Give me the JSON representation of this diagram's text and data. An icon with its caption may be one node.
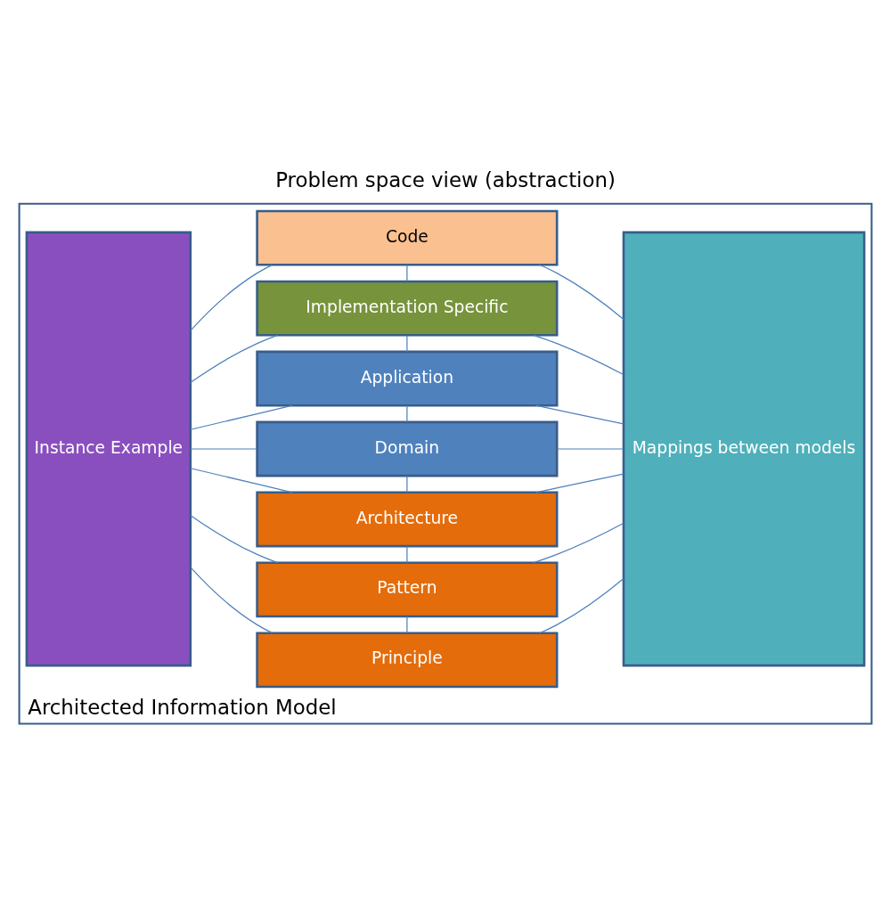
{
  "diagram": {
    "title": "Problem space view (abstraction)",
    "nodes": [
      {
        "text": [
          "Architected Information Model"
        ]
      },
      {
        "text": [
          "Instance Example"
        ],
        "in": 0
      },
      {
        "text": [
          "Principle"
        ],
        "in": 0
      },
      {
        "text": [
          "Pattern"
        ],
        "in": 0
      },
      {
        "text": [
          "Architecture"
        ],
        "in": 0
      },
      {
        "text": [
          "Domain"
        ],
        "in": 0
      },
      {
        "text": [
          "Application"
        ],
        "in": 0
      },
      {
        "text": [
          "Implementation Specific"
        ],
        "in": 0
      },
      {
        "text": [
          "Code"
        ],
        "in": 0
      },
      {
        "text": [
          "Mappings between models"
        ],
        "in": 0
      }
    ],
    "edges": [
      {
        "from": 2,
        "to": 3,
        "arrow": "none"
      },
      {
        "from": 3,
        "to": 4,
        "arrow": "none"
      },
      {
        "from": 4,
        "to": 5,
        "arrow": "none"
      },
      {
        "from": 5,
        "to": 6,
        "arrow": "none"
      },
      {
        "from": 6,
        "to": 7,
        "arrow": "none"
      },
      {
        "from": 7,
        "to": 8,
        "arrow": "none"
      },
      {
        "from": 1,
        "to": 2,
        "arrow": "none"
      },
      {
        "from": 1,
        "to": 3,
        "arrow": "none"
      },
      {
        "from": 1,
        "to": 4,
        "arrow": "none"
      },
      {
        "from": 1,
        "to": 5,
        "arrow": "none"
      },
      {
        "from": 1,
        "to": 6,
        "arrow": "none"
      },
      {
        "from": 1,
        "to": 7,
        "arrow": "none"
      },
      {
        "from": 1,
        "to": 8,
        "arrow": "none"
      },
      {
        "from": 2,
        "to": 9,
        "arrow": "none"
      },
      {
        "from": 3,
        "to": 9,
        "arrow": "none"
      },
      {
        "from": 4,
        "to": 9,
        "arrow": "none"
      },
      {
        "from": 5,
        "to": 9,
        "arrow": "none"
      },
      {
        "from": 6,
        "to": 9,
        "arrow": "none"
      },
      {
        "from": 7,
        "to": 9,
        "arrow": "none"
      },
      {
        "from": 8,
        "to": 9,
        "arrow": "none"
      }
    ]
  }
}
